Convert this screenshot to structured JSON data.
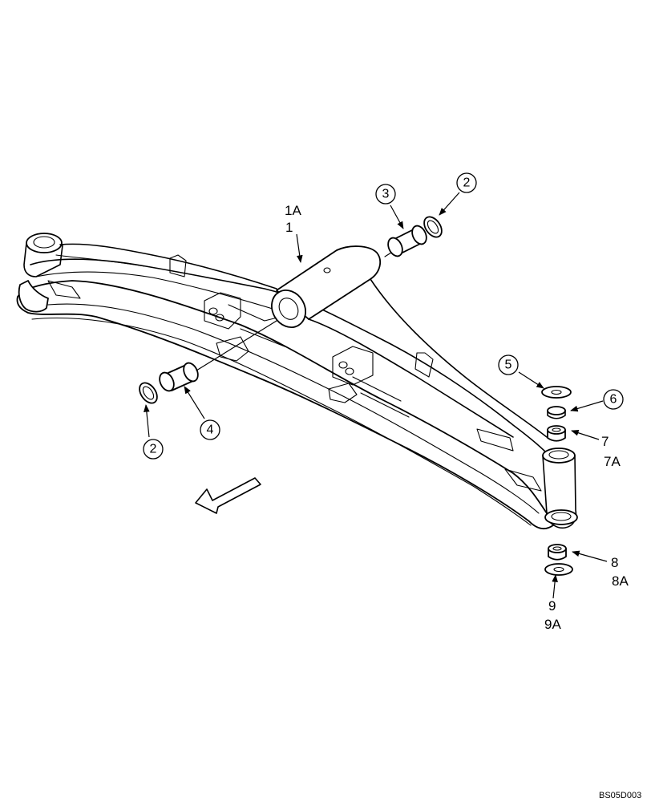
{
  "callouts": {
    "c1a": "1A",
    "c1": "1",
    "c2_top": "2",
    "c3": "3",
    "c2_left": "2",
    "c4": "4",
    "c5": "5",
    "c6": "6",
    "c7": "7",
    "c7a": "7A",
    "c8": "8",
    "c8a": "8A",
    "c9": "9",
    "c9a": "9A"
  },
  "drawing_id": "BS05D003"
}
